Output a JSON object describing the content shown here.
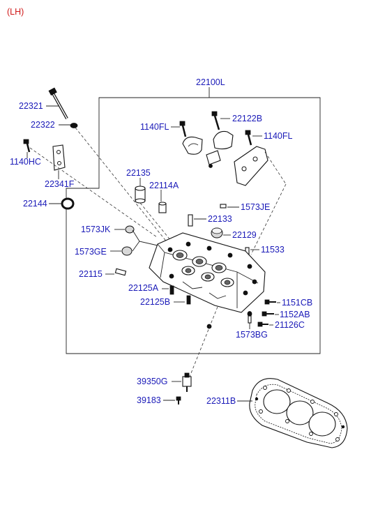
{
  "side_label": "(LH)",
  "labels": {
    "p22100L": "22100L",
    "p22321": "22321",
    "p22322": "22322",
    "p1140HC": "1140HC",
    "p22341F": "22341F",
    "p22144": "22144",
    "p1140FL_a": "1140FL",
    "p22122B": "22122B",
    "p1140FL_b": "1140FL",
    "p22135": "22135",
    "p22114A": "22114A",
    "p1573JE": "1573JE",
    "p22133": "22133",
    "p1573JK": "1573JK",
    "p22129": "22129",
    "p1573GE": "1573GE",
    "p11533": "11533",
    "p22115": "22115",
    "p22125A": "22125A",
    "p22125B": "22125B",
    "p1151CB": "1151CB",
    "p1152AB": "1152AB",
    "p21126C": "21126C",
    "p1573BG": "1573BG",
    "p39350G": "39350G",
    "p39183": "39183",
    "p22311B": "22311B"
  }
}
